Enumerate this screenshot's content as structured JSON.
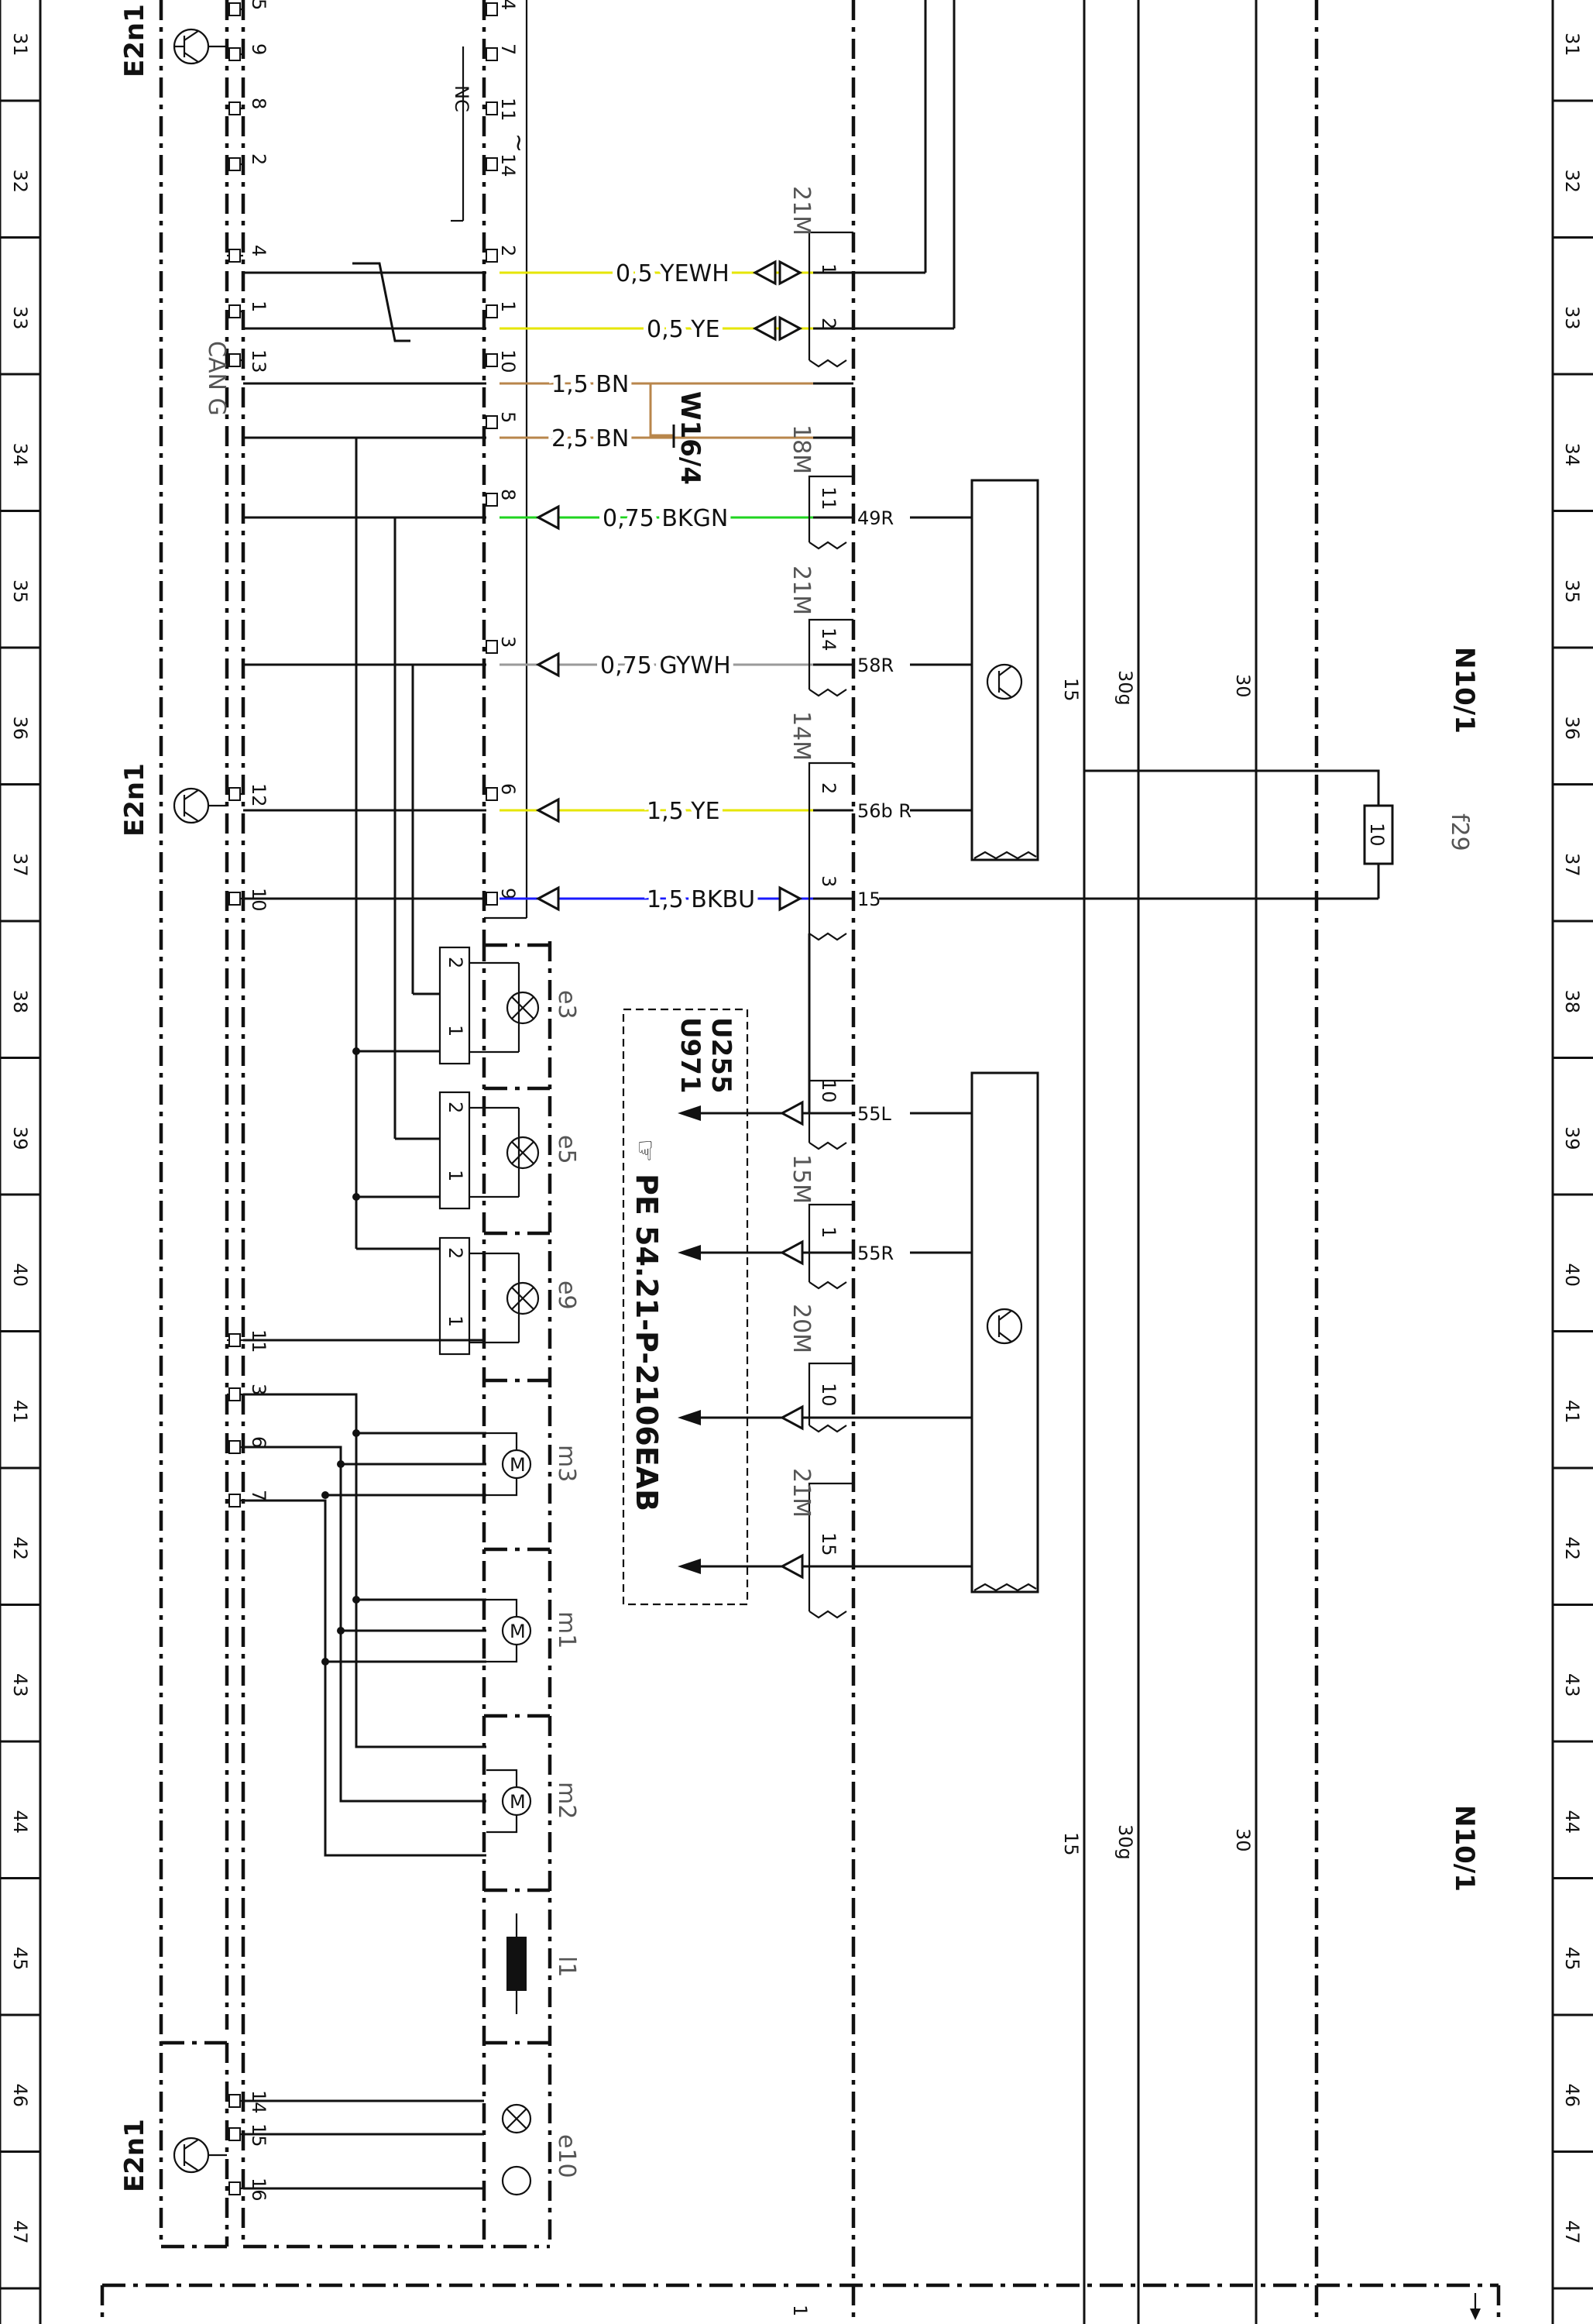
{
  "grid": {
    "left_numbers": [
      "31",
      "32",
      "33",
      "34",
      "35",
      "36",
      "37",
      "38",
      "39",
      "40",
      "41",
      "42",
      "43",
      "44",
      "45",
      "46",
      "47"
    ],
    "right_numbers": [
      "31",
      "32",
      "33",
      "34",
      "35",
      "36",
      "37",
      "38",
      "39",
      "40",
      "41",
      "42",
      "43",
      "44",
      "45",
      "46",
      "47"
    ]
  },
  "components": {
    "e2n1_top": "E2n1",
    "e2n1_mid": "E2n1",
    "e2n1_bottom": "E2n1",
    "can_label": "CAN G",
    "nc_label": "NC",
    "w16_4": "W16/4",
    "n10_1_top": "N10/1",
    "n10_1_bottom": "N10/1",
    "f29": "f29",
    "fuse_value": "10",
    "ref_box_line1": "U255",
    "ref_box_line2": "U971",
    "ref_doc": "PE 54.21-P-2106EAB",
    "e3": "e3",
    "e5": "e5",
    "e9": "e9",
    "m3": "m3",
    "m1": "m1",
    "m2": "m2",
    "l1": "l1",
    "e10": "e10",
    "motor_symbol": "M"
  },
  "left_pins": [
    "5",
    "9",
    "8",
    "2",
    "4",
    "1",
    "13",
    "12",
    "10",
    "11",
    "3",
    "6",
    "7",
    "14",
    "15",
    "16"
  ],
  "mid_pins": [
    "4",
    "7",
    "11",
    "14",
    "2",
    "1",
    "10",
    "5",
    "8",
    "3",
    "6",
    "9"
  ],
  "wires": {
    "w1": "0,5 YEWH",
    "w2": "0,5 YE",
    "w3": "1,5 BN",
    "w4": "2,5 BN",
    "w5": "0,75 BKGN",
    "w6": "0,75 GYWH",
    "w7": "1,5 YE",
    "w8": "1,5 BKBU"
  },
  "connectors": {
    "c21m_a": "21M",
    "c18m": "18M",
    "c21m_b": "21M",
    "c14m": "14M",
    "c15m": "15M",
    "c20m": "20M",
    "c21m_c": "21M"
  },
  "connector_pins": {
    "p1": "1",
    "p2": "2",
    "p11": "11",
    "p14": "14",
    "p2b": "2",
    "p3": "3",
    "p10": "10",
    "p1b": "1",
    "p10b": "10",
    "p15": "15"
  },
  "terminals": {
    "t49r": "49R",
    "t58r": "58R",
    "t56b": "56b R",
    "t15": "15",
    "t55l": "55L",
    "t55r": "55R"
  },
  "rails": {
    "r15": "15",
    "r30g": "30g",
    "r30": "30",
    "r15b": "15",
    "r30gb": "30g",
    "r30b": "30"
  },
  "lamp_pins": {
    "a": "2",
    "b": "1"
  },
  "bottom": {
    "marker": "1"
  },
  "colors": {
    "yellow": "#e6e600",
    "brown": "#b8864b",
    "green": "#1fd41f",
    "gray": "#9a9a9a",
    "blue": "#1a1aff"
  }
}
